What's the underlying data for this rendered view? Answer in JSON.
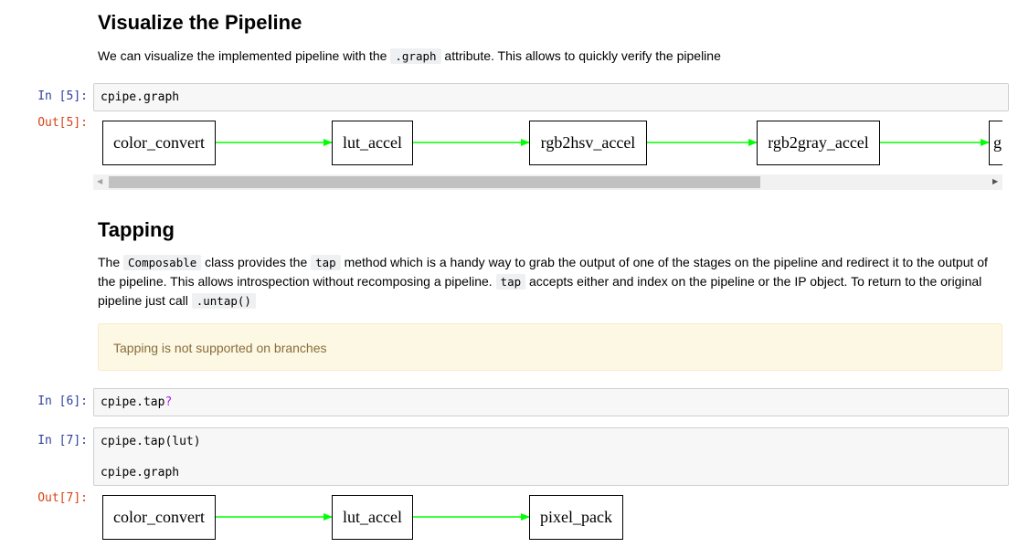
{
  "section1": {
    "title": "Visualize the Pipeline",
    "para_before": "We can visualize the implemented pipeline with the",
    "para_code": ".graph",
    "para_after": "attribute. This allows to quickly verify the pipeline"
  },
  "cell5": {
    "in_prompt": "In [5]:",
    "code": "cpipe.graph",
    "out_prompt": "Out[5]:",
    "nodes": [
      "color_convert",
      "lut_accel",
      "rgb2hsv_accel",
      "rgb2gray_accel",
      "g"
    ]
  },
  "section2": {
    "title": "Tapping",
    "p1": "The",
    "c1": "Composable",
    "p2": "class provides the",
    "c2": "tap",
    "p3": "method which is a handy way to grab the output of one of the stages on the pipeline and redirect it to the output of",
    "p4": "the pipeline. This allows introspection without recomposing a pipeline.",
    "c3": "tap",
    "p5": "accepts either and index on the pipeline or the IP object. To return to the original",
    "p6": "pipeline just call",
    "c4": ".untap()",
    "alert": "Tapping is not supported on branches"
  },
  "cell6": {
    "in_prompt": "In [6]:",
    "code": "cpipe.tap",
    "code_suffix": "?"
  },
  "cell7": {
    "in_prompt": "In [7]:",
    "line1": "cpipe.tap(lut)",
    "line2": "cpipe.graph",
    "out_prompt": "Out[7]:",
    "nodes": [
      "color_convert",
      "lut_accel",
      "pixel_pack"
    ]
  },
  "colors": {
    "edge": "#00ff00",
    "in_prompt": "#303f9f",
    "out_prompt": "#d84315",
    "alert_bg": "#fcf8e3",
    "alert_text": "#8a6d3b"
  },
  "icons": {
    "scroll_left": "scroll-left-arrow",
    "scroll_right": "scroll-right-arrow"
  }
}
